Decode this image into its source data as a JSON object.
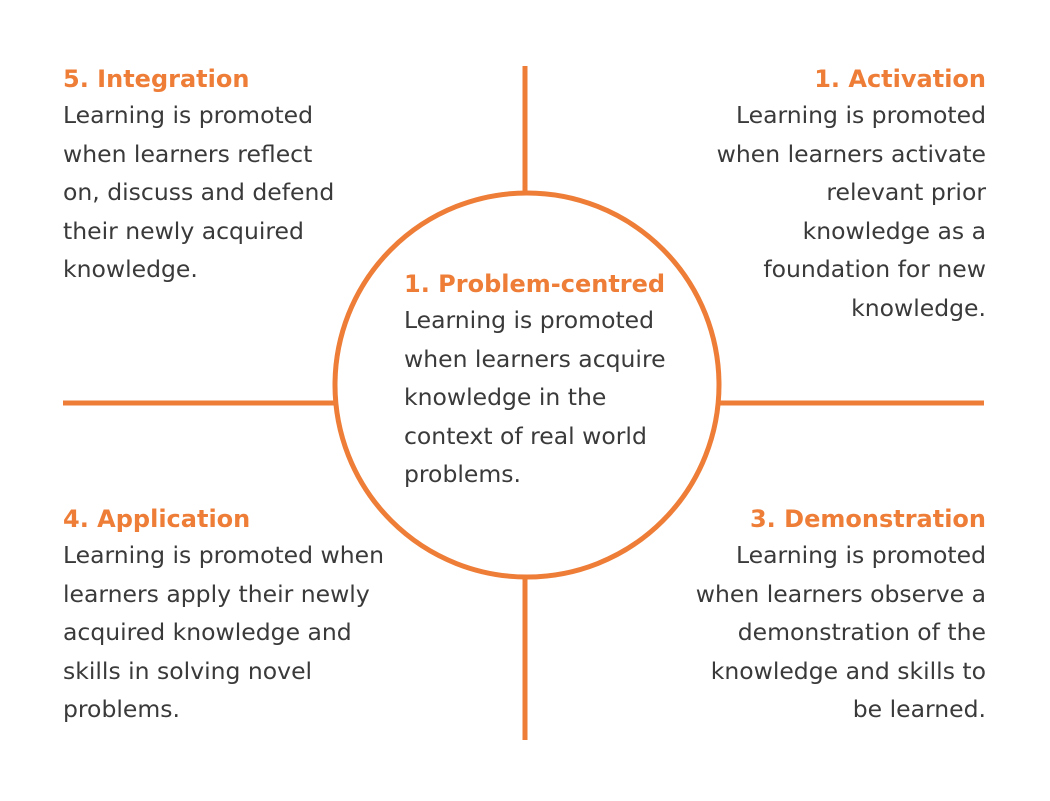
{
  "accent_color": "#ee7d37",
  "text_color": "#3a3a3a",
  "center": {
    "title": "1. Problem-centred",
    "lines": [
      "Learning is promoted",
      "when learners acquire",
      "knowledge in the",
      "context of real world",
      "problems."
    ]
  },
  "top_left": {
    "title": "5. Integration",
    "lines": [
      "Learning is promoted",
      "when learners reflect",
      "on, discuss and defend",
      "their newly acquired",
      "knowledge."
    ]
  },
  "top_right": {
    "title": "1. Activation",
    "lines": [
      "Learning is promoted",
      "when learners activate",
      "relevant prior",
      "knowledge as a",
      "foundation for new",
      "knowledge."
    ]
  },
  "bottom_left": {
    "title": "4. Application",
    "lines": [
      "Learning is promoted when",
      "learners apply their newly",
      "acquired knowledge and",
      "skills in solving novel",
      "problems."
    ]
  },
  "bottom_right": {
    "title": "3. Demonstration",
    "lines": [
      "Learning is promoted",
      "when learners observe a",
      "demonstration of the",
      "knowledge and skills to",
      "be learned."
    ]
  }
}
